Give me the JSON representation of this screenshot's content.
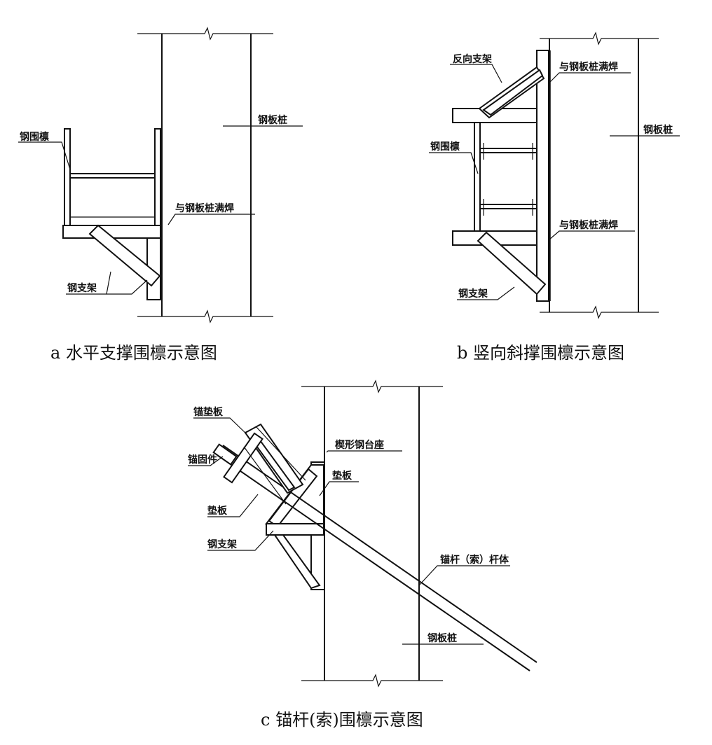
{
  "panel_a": {
    "labels": {
      "wale": "钢围檩",
      "sheet_pile": "钢板桩",
      "weld": "与钢板桩满焊",
      "bracket": "钢支架"
    },
    "caption": "a 水平支撑围檩示意图"
  },
  "panel_b": {
    "labels": {
      "reverse_bracket": "反向支架",
      "weld_top": "与钢板桩满焊",
      "sheet_pile": "钢板桩",
      "wale": "钢围檩",
      "weld_bottom": "与钢板桩满焊",
      "bracket": "钢支架"
    },
    "caption": "b 竖向斜撑围檩示意图"
  },
  "panel_c": {
    "labels": {
      "anchor_plate": "锚垫板",
      "anchorage": "锚固件",
      "wedge_seat": "楔形钢台座",
      "pad_right": "垫板",
      "pad_left": "垫板",
      "bracket": "钢支架",
      "anchor_body": "锚杆（索）杆体",
      "sheet_pile": "钢板桩"
    },
    "caption": "c 锚杆(索)围檩示意图"
  }
}
